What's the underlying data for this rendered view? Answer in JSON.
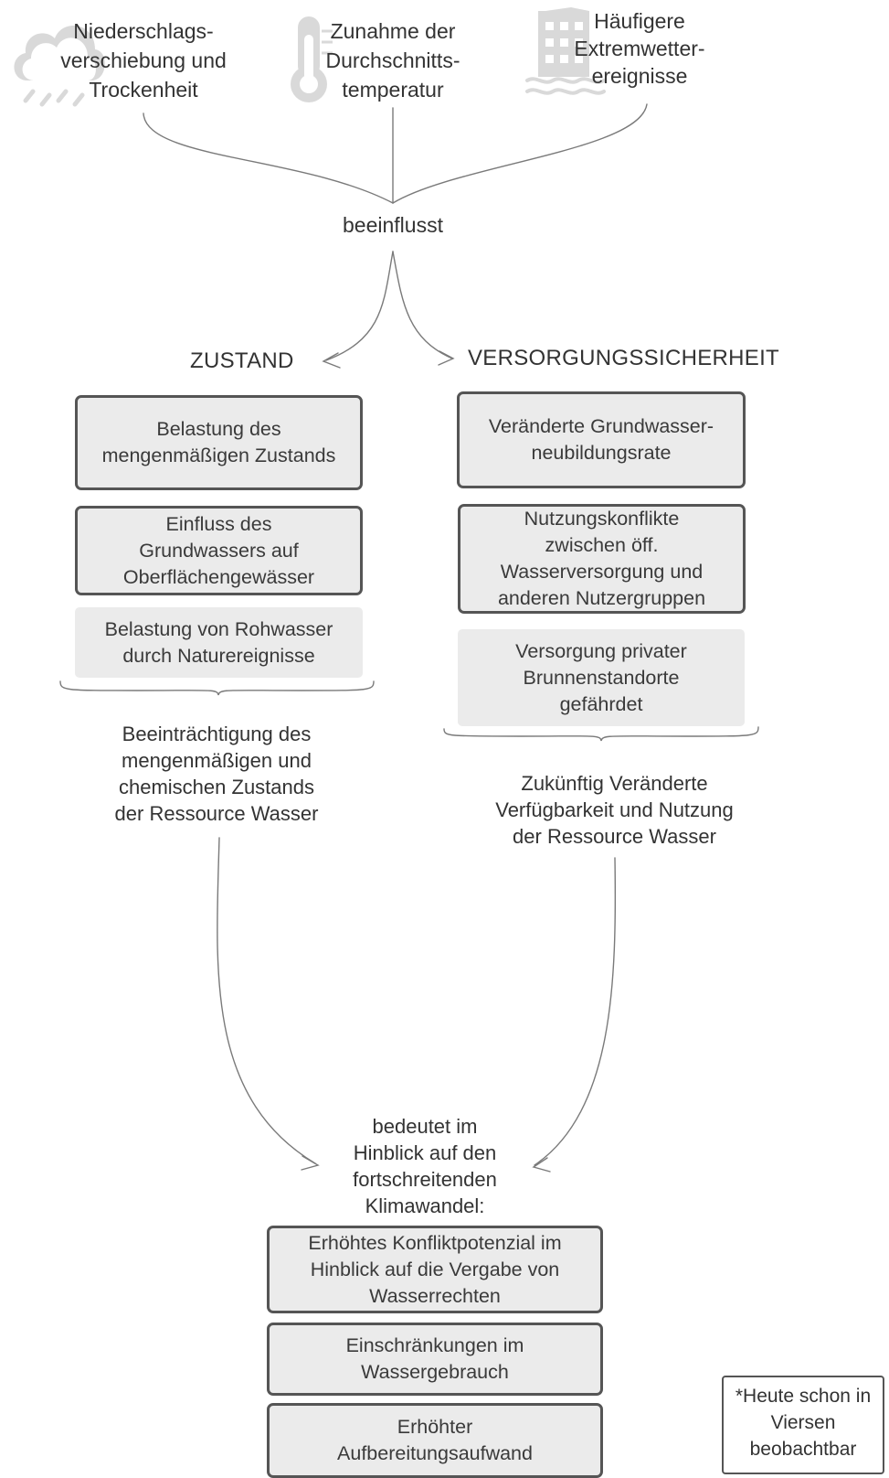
{
  "drivers": [
    {
      "label": "Niederschlags-\nverschiebung und\nTrockenheit",
      "icon": "cloud-rain-icon"
    },
    {
      "label": "Zunahme der\nDurchschnitts-\ntemperatur",
      "icon": "thermometer-icon"
    },
    {
      "label": "Häufigere\nExtremwetter-\nereignisse",
      "icon": "flooded-building-icon"
    }
  ],
  "connector_influences": "beeinflusst",
  "left": {
    "heading": "ZUSTAND",
    "boxes": [
      "Belastung des\nmengenmäßigen Zustands",
      "Einfluss des\nGrundwassers auf\nOberflächengewässer",
      "Belastung von Rohwasser\ndurch Naturereignisse"
    ],
    "summary": "Beeinträchtigung des\nmengenmäßigen und\nchemischen Zustands\nder Ressource Wasser"
  },
  "right": {
    "heading": "VERSORGUNGSSICHERHEIT",
    "boxes": [
      "Veränderte Grundwasser-\nneubildungsrate",
      "Nutzungskonflikte\nzwischen öff.\nWasserversorgung und\nanderen Nutzergruppen",
      "Versorgung privater\nBrunnenstandorte\ngefährdet"
    ],
    "summary": "Zukünftig Veränderte\nVerfügbarkeit und Nutzung\nder Ressource Wasser"
  },
  "connector_means": "bedeutet im\nHinblick auf den\nfortschreitenden\nKlimawandel:",
  "outcomes": [
    "Erhöhtes Konfliktpotenzial im\nHinblick auf die Vergabe von\nWasserrechten",
    "Einschränkungen im\nWassergebrauch",
    "Erhöhter\nAufbereitungsaufwand"
  ],
  "note": "*Heute schon in\nViersen\nbeobachtbar",
  "colors": {
    "box_fill": "#ebebeb",
    "box_border": "#555555",
    "line": "#777777",
    "icon": "#d9d9d9"
  }
}
